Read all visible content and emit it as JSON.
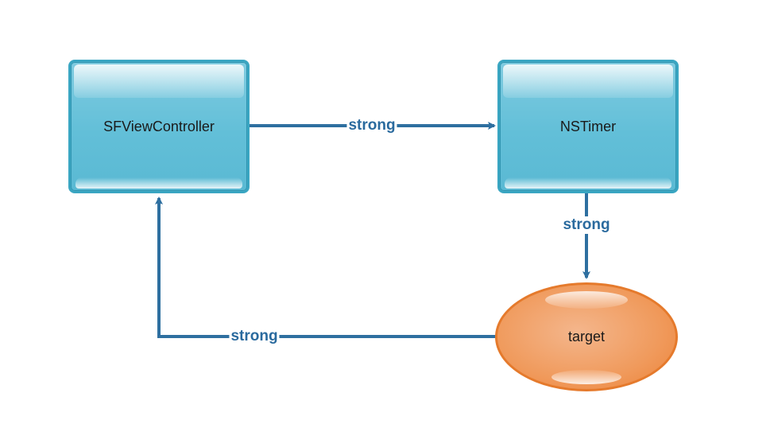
{
  "colors": {
    "edge": "#2e6fa0",
    "edge_label": "#2a6a9e",
    "box_fill": "#62bfd8",
    "box_border": "#3aa6c2",
    "oval_fill": "#f09a5c",
    "oval_border": "#e57a2c"
  },
  "nodes": {
    "sfviewcontroller": {
      "label": "SFViewController",
      "shape": "rounded-rectangle"
    },
    "nstimer": {
      "label": "NSTimer",
      "shape": "rounded-rectangle"
    },
    "target": {
      "label": "target",
      "shape": "ellipse"
    }
  },
  "edges": [
    {
      "from": "SFViewController",
      "to": "NSTimer",
      "label": "strong"
    },
    {
      "from": "NSTimer",
      "to": "target",
      "label": "strong"
    },
    {
      "from": "target",
      "to": "SFViewController",
      "label": "strong"
    }
  ]
}
